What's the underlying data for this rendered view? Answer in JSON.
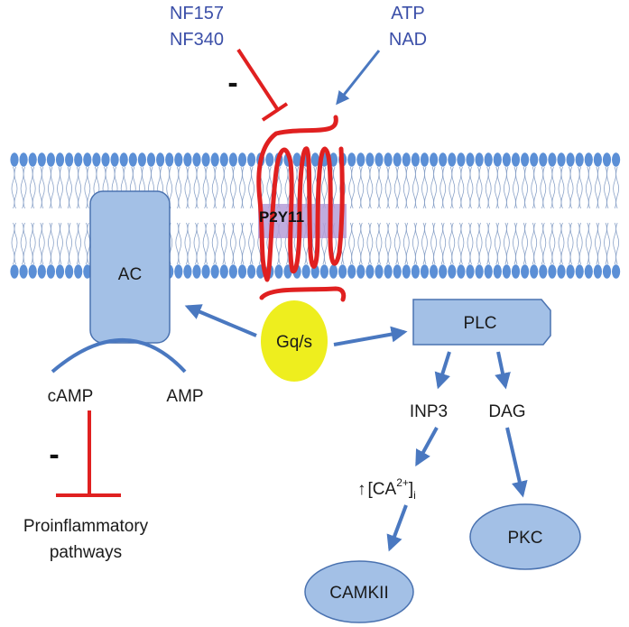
{
  "antagonists": [
    "NF157",
    "NF340"
  ],
  "agonists": [
    "ATP",
    "NAD"
  ],
  "inhibit_sign": "-",
  "receptor": "P2Y11",
  "ac": "AC",
  "g_protein": "Gq/s",
  "plc": "PLC",
  "camp": "cAMP",
  "amp": "AMP",
  "inp3": "INP3",
  "dag": "DAG",
  "calcium": {
    "arrow": "↑",
    "open": "[CA",
    "sup": "2+",
    "close": "]",
    "sub": "i"
  },
  "proinflammatory": [
    "Proinflammatory",
    "pathways"
  ],
  "camkii": "CAMKII",
  "pkc": "PKC",
  "colors": {
    "membrane_head": "#5b8fd6",
    "node_fill": "#a3c0e6",
    "node_stroke": "#4a72b0",
    "arrow_blue": "#4a78c0",
    "inhibit_red": "#e02020",
    "receptor_red": "#e02020",
    "gprotein_fill": "#eeee1e",
    "label_blue": "#3b4fa8"
  }
}
